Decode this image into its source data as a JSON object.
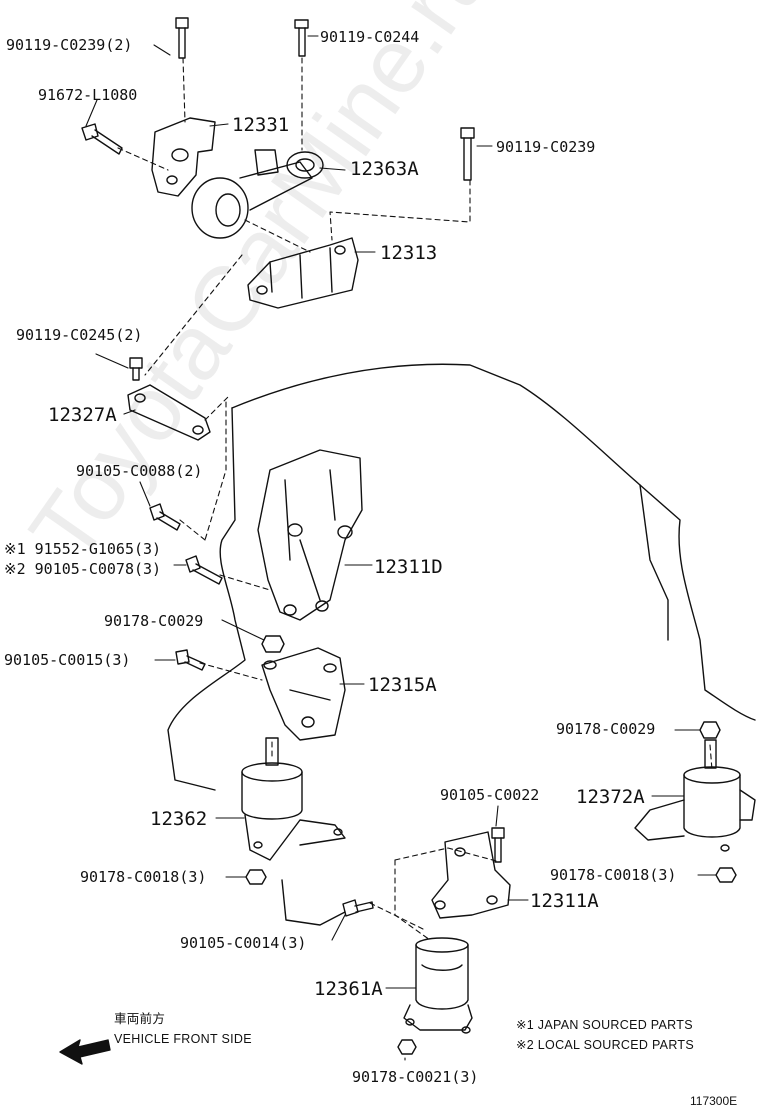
{
  "watermark": "ToyotaCarMine.ru",
  "parts": {
    "p1": "90119-C0239(2)",
    "p2": "90119-C0244",
    "p3": "91672-L1080",
    "p4": "12331",
    "p5": "12363A",
    "p6": "90119-C0239",
    "p7": "12313",
    "p8": "90119-C0245(2)",
    "p9": "12327A",
    "p10": "90105-C0088(2)",
    "p11": "※1 91552-G1065(3)",
    "p12": "※2 90105-C0078(3)",
    "p13": "12311D",
    "p14": "90178-C0029",
    "p15": "90105-C0015(3)",
    "p16": "12315A",
    "p17": "90178-C0029",
    "p18": "12372A",
    "p19": "90105-C0022",
    "p20": "12362",
    "p21": "90178-C0018(3)",
    "p22": "90178-C0018(3)",
    "p23": "12311A",
    "p24": "90105-C0014(3)",
    "p25": "12361A",
    "p26": "90178-C0021(3)"
  },
  "notes": {
    "front_jp": "車両前方",
    "front_en": "VEHICLE FRONT SIDE",
    "note1": "※1 JAPAN SOURCED PARTS",
    "note2": "※2 LOCAL SOURCED PARTS"
  },
  "diagram_code": "117300E"
}
